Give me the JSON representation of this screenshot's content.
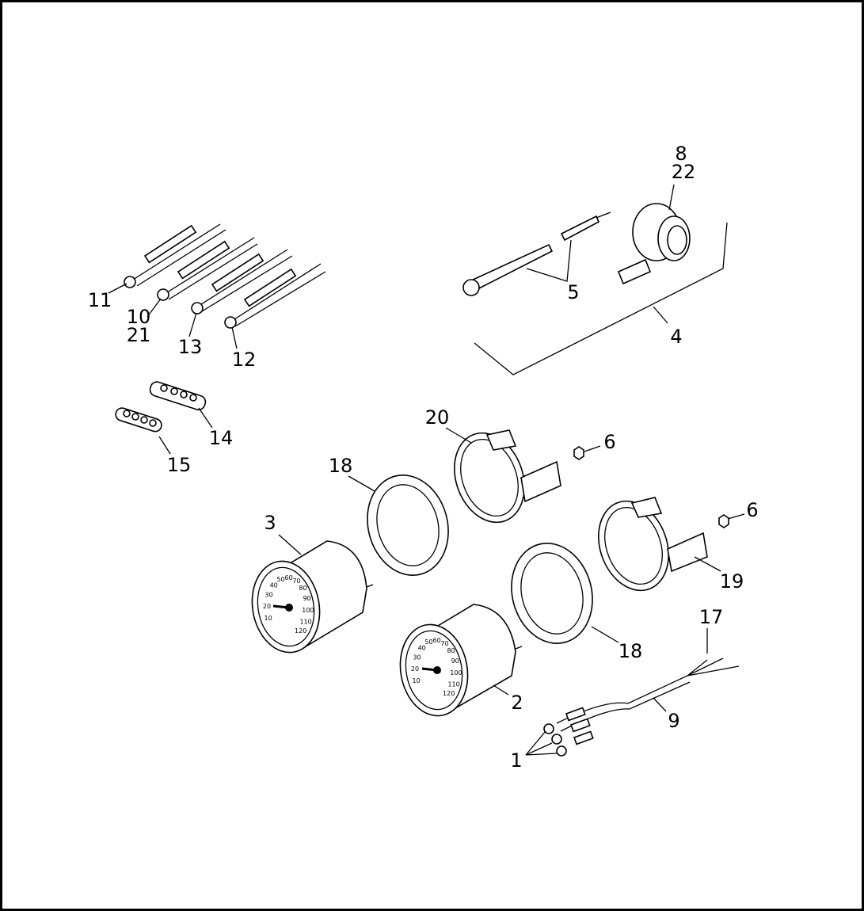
{
  "callouts": {
    "c8": "8",
    "c22": "22",
    "c5": "5",
    "c4": "4",
    "c11": "11",
    "c10": "10",
    "c21": "21",
    "c13": "13",
    "c12": "12",
    "c14": "14",
    "c15": "15",
    "c20": "20",
    "c6a": "6",
    "c18a": "18",
    "c6b": "6",
    "c3": "3",
    "c19": "19",
    "c17": "17",
    "c18b": "18",
    "c2": "2",
    "c9": "9",
    "c1": "1"
  },
  "gauge_scale": [
    "10",
    "20",
    "30",
    "40",
    "50",
    "60",
    "70",
    "80",
    "90",
    "100",
    "110",
    "120"
  ]
}
